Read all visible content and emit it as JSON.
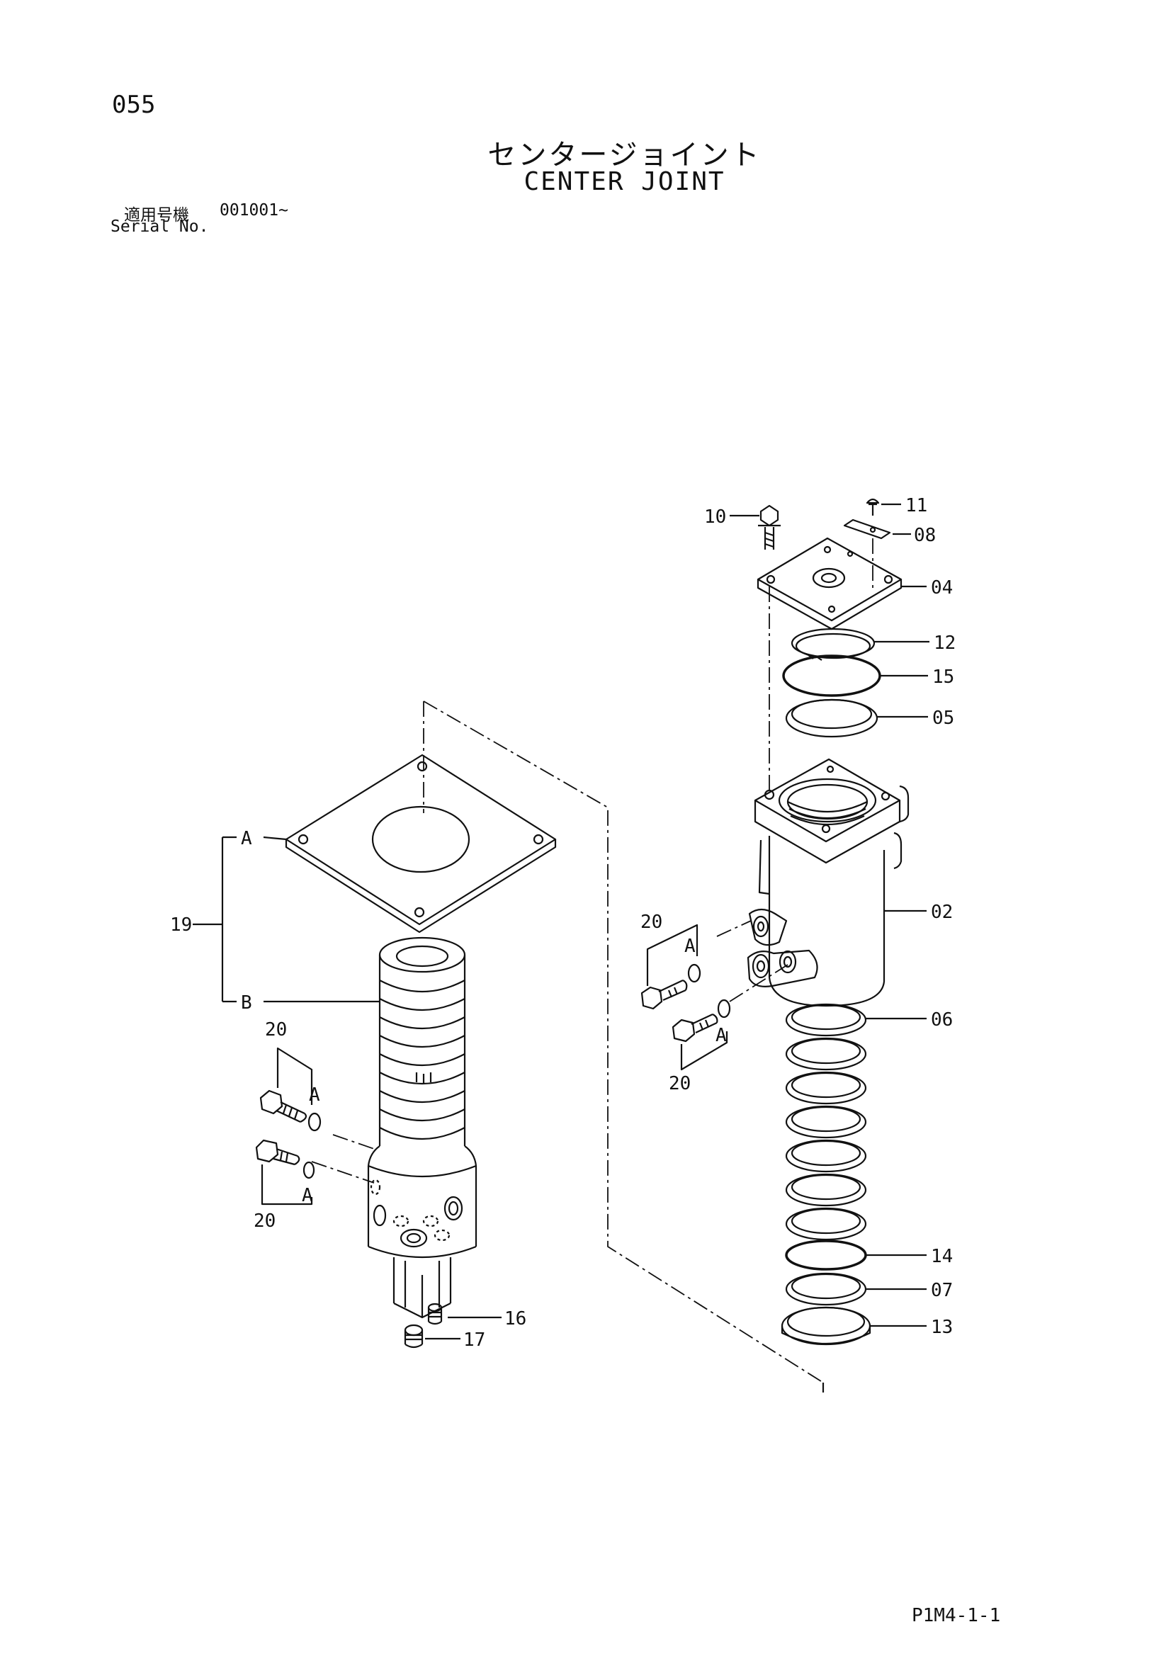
{
  "header": {
    "page_number": "055",
    "title_jp": "センタージョイント",
    "title_en": "CENTER JOINT",
    "serial_label_jp": "適用号機",
    "serial_label_en": "Serial No.",
    "serial_value": "001001~"
  },
  "callouts": {
    "p02": "02",
    "p04": "04",
    "p05": "05",
    "p06": "06",
    "p07": "07",
    "p08": "08",
    "p10": "10",
    "p11": "11",
    "p12": "12",
    "p13": "13",
    "p14": "14",
    "p15": "15",
    "p16": "16",
    "p17": "17",
    "p19": "19",
    "p20": "20",
    "sub_a": "A",
    "sub_b": "B"
  },
  "footer": {
    "drawing_code": "P1M4-1-1"
  }
}
